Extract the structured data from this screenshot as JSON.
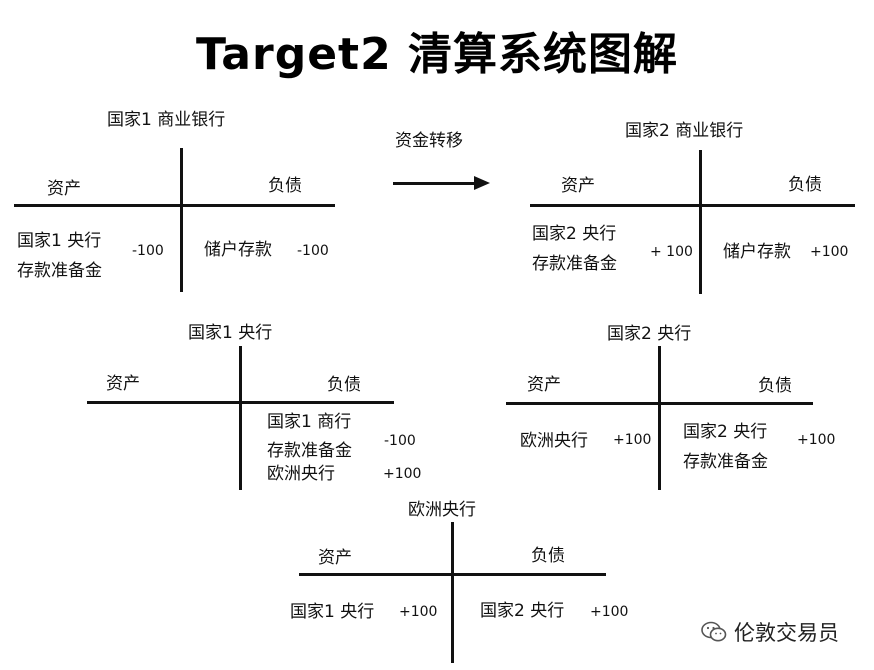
{
  "title": "Target2 清算系统图解",
  "transfer_label": "资金转移",
  "ledgers": {
    "bank1": {
      "name": "国家1 商业银行",
      "assets_header": "资产",
      "liabilities_header": "负债",
      "asset_line1": "国家1 央行",
      "asset_line2": "存款准备金",
      "asset_value": "-100",
      "liability_item": "储户存款",
      "liability_value": "-100"
    },
    "bank2": {
      "name": "国家2 商业银行",
      "assets_header": "资产",
      "liabilities_header": "负债",
      "asset_line1": "国家2 央行",
      "asset_line2": "存款准备金",
      "asset_value": "+ 100",
      "liability_item": "储户存款",
      "liability_value": "+100"
    },
    "cb1": {
      "name": "国家1 央行",
      "assets_header": "资产",
      "liabilities_header": "负债",
      "liability_line1": "国家1 商行",
      "liability_line2": "存款准备金",
      "liability_value1": "-100",
      "liability_line3": "欧洲央行",
      "liability_value2": "+100"
    },
    "cb2": {
      "name": "国家2 央行",
      "assets_header": "资产",
      "liabilities_header": "负债",
      "asset_item": "欧洲央行",
      "asset_value": "+100",
      "liability_line1": "国家2 央行",
      "liability_line2": "存款准备金",
      "liability_value": "+100"
    },
    "ecb": {
      "name": "欧洲央行",
      "assets_header": "资产",
      "liabilities_header": "负债",
      "asset_item": "国家1 央行",
      "asset_value": "+100",
      "liability_item": "国家2 央行",
      "liability_value": "+100"
    }
  },
  "watermark": {
    "icon": "wechat-icon",
    "text": "伦敦交易员"
  }
}
